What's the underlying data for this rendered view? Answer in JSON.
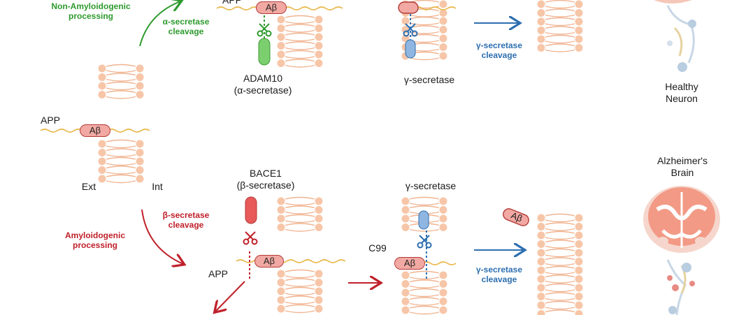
{
  "labels": {
    "non_amyloid": [
      "Non-Amyloidogenic",
      "processing"
    ],
    "alpha_cleavage": [
      "α-secretase",
      "cleavage"
    ],
    "app_top": "APP",
    "ab": "Aβ",
    "adam10": [
      "ADAM10",
      "(α-secretase)"
    ],
    "gamma_top": "γ-secretase",
    "gamma_cleavage": [
      "γ-secretase",
      "cleavage"
    ],
    "healthy": [
      "Healthy",
      "Neuron"
    ],
    "app_left": "APP",
    "ext": "Ext",
    "int": "Int",
    "bace1": [
      "BACE1",
      "(β-secretase)"
    ],
    "beta_cleavage": [
      "β-secretase",
      "cleavage"
    ],
    "amyloid": [
      "Amyloidogenic",
      "processing"
    ],
    "app_bottom": "APP",
    "gamma_bottom": "γ-secretase",
    "c99": "C99",
    "alzheimers": [
      "Alzheimer's",
      "Brain"
    ]
  },
  "colors": {
    "membrane": "#f7c6a8",
    "membrane_tail": "#f0b491",
    "app_strand": "#e8b84a",
    "ab_fill": "#f2a9a3",
    "ab_border": "#b33a36",
    "green": "#2e9a2e",
    "red": "#c0202a",
    "blue": "#2d6fb0",
    "blue_enzyme": "#8fb6e0"
  },
  "icons": [
    "scissors-icon",
    "neuron-icon",
    "brain-icon",
    "arrow-icon"
  ]
}
